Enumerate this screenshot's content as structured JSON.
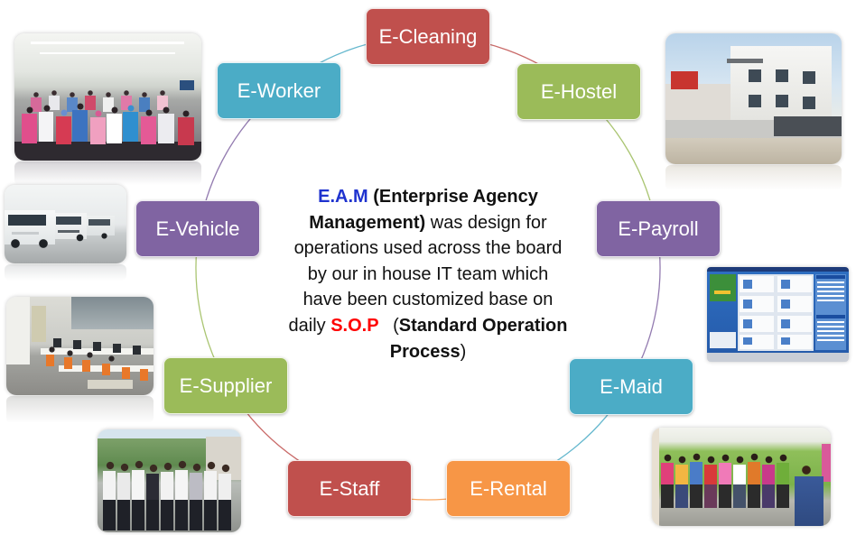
{
  "nodes": [
    {
      "label": "E-Cleaning",
      "color": "#C0504D"
    },
    {
      "label": "E-Hostel",
      "color": "#9BBB59"
    },
    {
      "label": "E-Payroll",
      "color": "#8064A2"
    },
    {
      "label": "E-Maid",
      "color": "#4BACC6"
    },
    {
      "label": "E-Rental",
      "color": "#F79646"
    },
    {
      "label": "E-Staff",
      "color": "#C0504D"
    },
    {
      "label": "E-Supplier",
      "color": "#9BBB59"
    },
    {
      "label": "E-Vehicle",
      "color": "#8064A2"
    },
    {
      "label": "E-Worker",
      "color": "#4BACC6"
    }
  ],
  "description": {
    "acronym": "E.A.M",
    "acronym_color": "#1F33CF",
    "enterprise": "(Enterprise Agency",
    "management": "Management)",
    "was_design": "was design for",
    "line3": "operations used across the board",
    "line4": "by our in house IT team which",
    "line5": "have been customized base on",
    "daily": "daily",
    "sop": "S.O.P",
    "sop_color": "#FF0000",
    "paren_open": "(",
    "standard": "Standard Operation",
    "process": "Process",
    "paren_close": ")"
  }
}
